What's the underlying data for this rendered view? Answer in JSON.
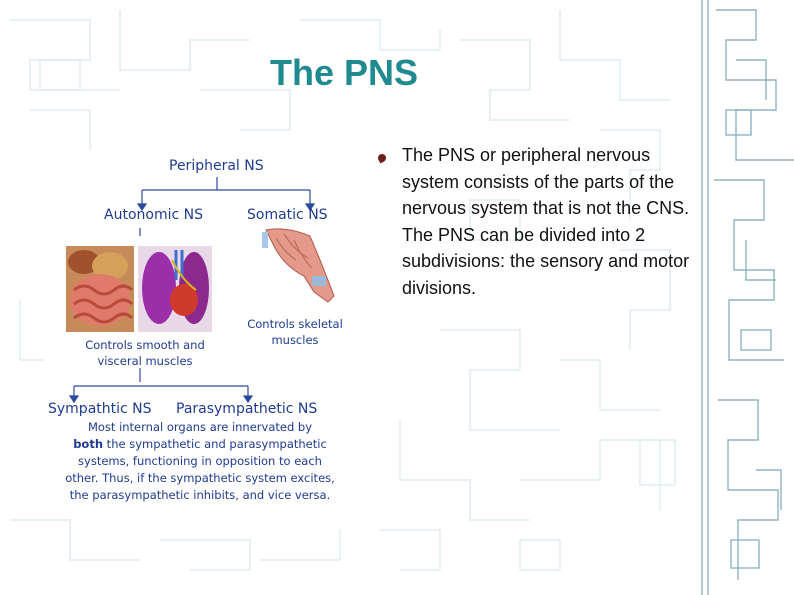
{
  "slide": {
    "title": "The PNS",
    "bullet": "The PNS or peripheral nervous system consists of the parts of the nervous system that is not the CNS. The PNS can be divided into 2 subdivisions: the sensory and motor divisions."
  },
  "diagram": {
    "peripheral": "Peripheral NS",
    "autonomic": "Autonomic NS",
    "somatic": "Somatic NS",
    "somatic_caption_1": "Controls skeletal",
    "somatic_caption_2": "muscles",
    "autonomic_caption_1": "Controls smooth and",
    "autonomic_caption_2": "visceral muscles",
    "sympathetic": "Sympathtic NS",
    "parasympathetic": "Parasympathetic NS",
    "note_1": "Most internal organs are innervated by",
    "note_2_bold": "both",
    "note_2_rest": " the sympathetic and parasympathetic",
    "note_3": "systems,  functioning in opposition to each",
    "note_4": "other. Thus, if the sympathetic system excites,",
    "note_5": "the parasympathetic inhibits, and vice versa."
  },
  "colors": {
    "title": "#1f8a8f",
    "diagram_text": "#1f3b8f",
    "pattern_line": "#cfe6ee",
    "strip_line": "#8fb3c8"
  }
}
